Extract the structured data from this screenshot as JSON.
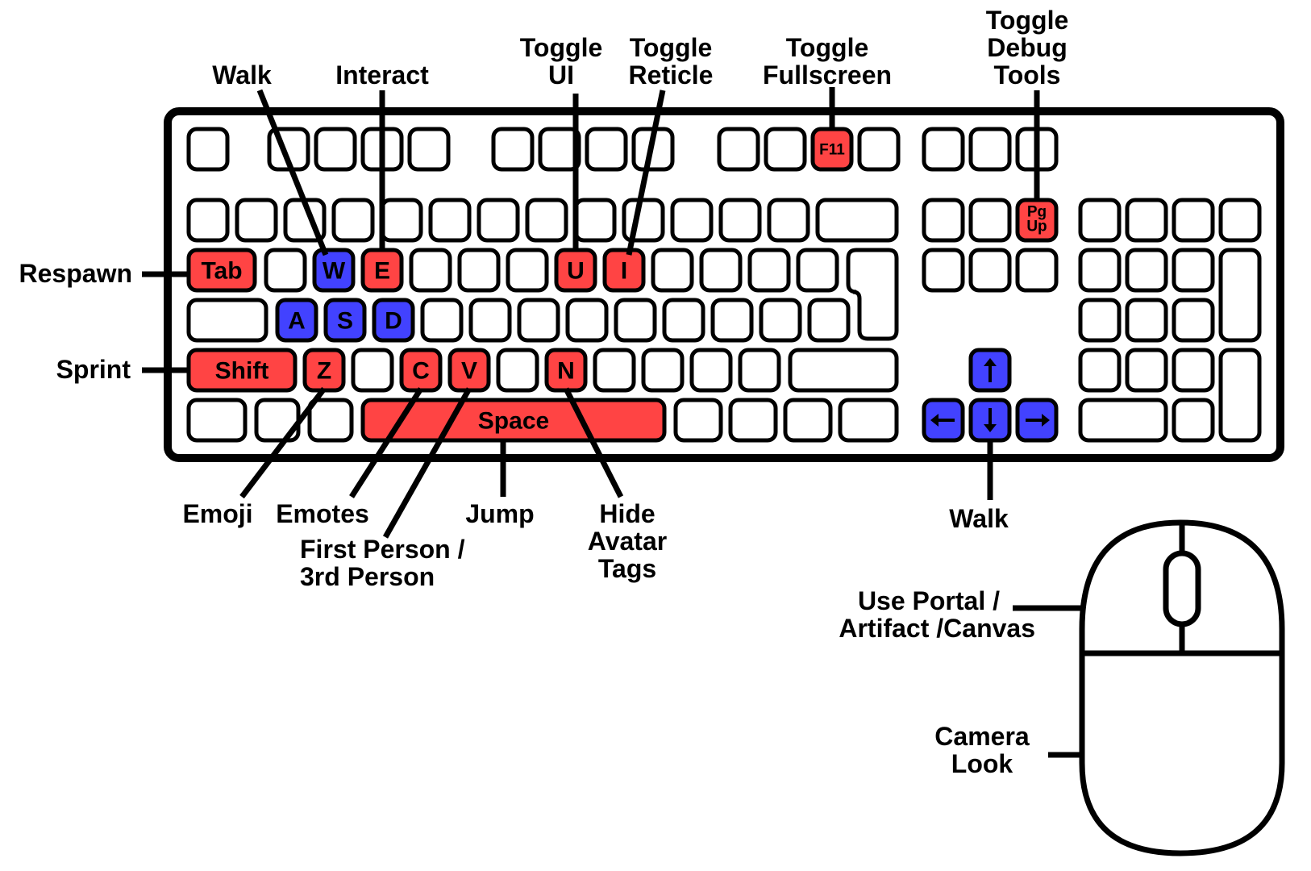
{
  "colors": {
    "action_key": "#ff4444",
    "movement_key": "#4242ff",
    "outline": "#000000"
  },
  "keys": {
    "tab": "Tab",
    "w": "W",
    "e": "E",
    "u": "U",
    "i": "I",
    "a": "A",
    "s": "S",
    "d": "D",
    "shift": "Shift",
    "z": "Z",
    "c": "C",
    "v": "V",
    "n": "N",
    "space": "Space",
    "f11": "F11",
    "pgup_1": "Pg",
    "pgup_2": "Up"
  },
  "arrow_key_icons": {
    "up": "arrow-up-icon",
    "down": "arrow-down-icon",
    "left": "arrow-left-icon",
    "right": "arrow-right-icon"
  },
  "labels": {
    "walk_top": "Walk",
    "interact": "Interact",
    "toggle_ui_1": "Toggle",
    "toggle_ui_2": "UI",
    "toggle_reticle_1": "Toggle",
    "toggle_reticle_2": "Reticle",
    "toggle_fullscreen_1": "Toggle",
    "toggle_fullscreen_2": "Fullscreen",
    "toggle_debug_1": "Toggle",
    "toggle_debug_2": "Debug",
    "toggle_debug_3": "Tools",
    "respawn": "Respawn",
    "sprint": "Sprint",
    "emoji": "Emoji",
    "emotes": "Emotes",
    "first_person_1": "First Person /",
    "first_person_2": "3rd Person",
    "jump": "Jump",
    "hide_tags_1": "Hide",
    "hide_tags_2": "Avatar",
    "hide_tags_3": "Tags",
    "walk_bottom": "Walk",
    "use_portal_1": "Use Portal /",
    "use_portal_2": "Artifact /Canvas",
    "camera_look_1": "Camera",
    "camera_look_2": "Look"
  }
}
